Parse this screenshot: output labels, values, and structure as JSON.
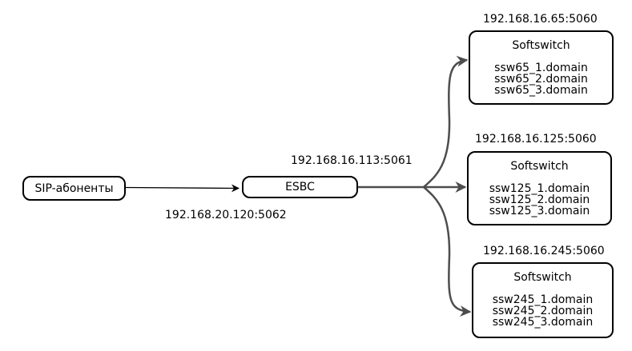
{
  "sip_subscribers": {
    "label": "SIP-абоненты",
    "address": "192.168.20.120:5062"
  },
  "esbc": {
    "label": "ESBC",
    "address": "192.168.16.113:5061"
  },
  "softswitches": [
    {
      "address": "192.168.16.65:5060",
      "title": "Softswitch",
      "domains": [
        "ssw65_1.domain",
        "ssw65_2.domain",
        "ssw65_3.domain"
      ]
    },
    {
      "address": "192.168.16.125:5060",
      "title": "Softswitch",
      "domains": [
        "ssw125_1.domain",
        "ssw125_2.domain",
        "ssw125_3.domain"
      ]
    },
    {
      "address": "192.168.16.245:5060",
      "title": "Softswitch",
      "domains": [
        "ssw245_1.domain",
        "ssw245_2.domain",
        "ssw245_3.domain"
      ]
    }
  ],
  "colors": {
    "node_border": "#000000",
    "branch_arrow": "#4d4d4d"
  }
}
